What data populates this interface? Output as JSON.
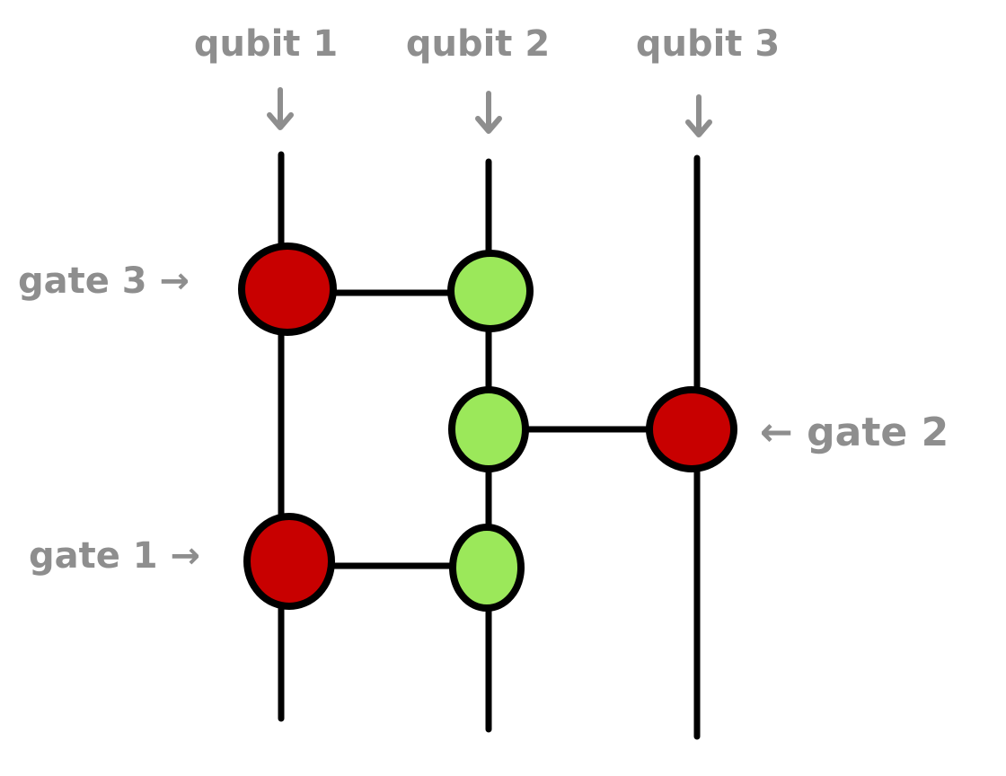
{
  "qubits": [
    {
      "label": "qubit 1"
    },
    {
      "label": "qubit 2"
    },
    {
      "label": "qubit 3"
    }
  ],
  "gates": [
    {
      "label": "gate 1 →",
      "control": "qubit 1",
      "target": "qubit 2"
    },
    {
      "label": "← gate 2",
      "control": "qubit 3",
      "target": "qubit 2"
    },
    {
      "label": "gate 3 →",
      "control": "qubit 1",
      "target": "qubit 2"
    }
  ],
  "colors": {
    "red_node": "#c80000",
    "green_node": "#9be85a",
    "wire": "#000000",
    "annotation": "#8e8e8e"
  }
}
